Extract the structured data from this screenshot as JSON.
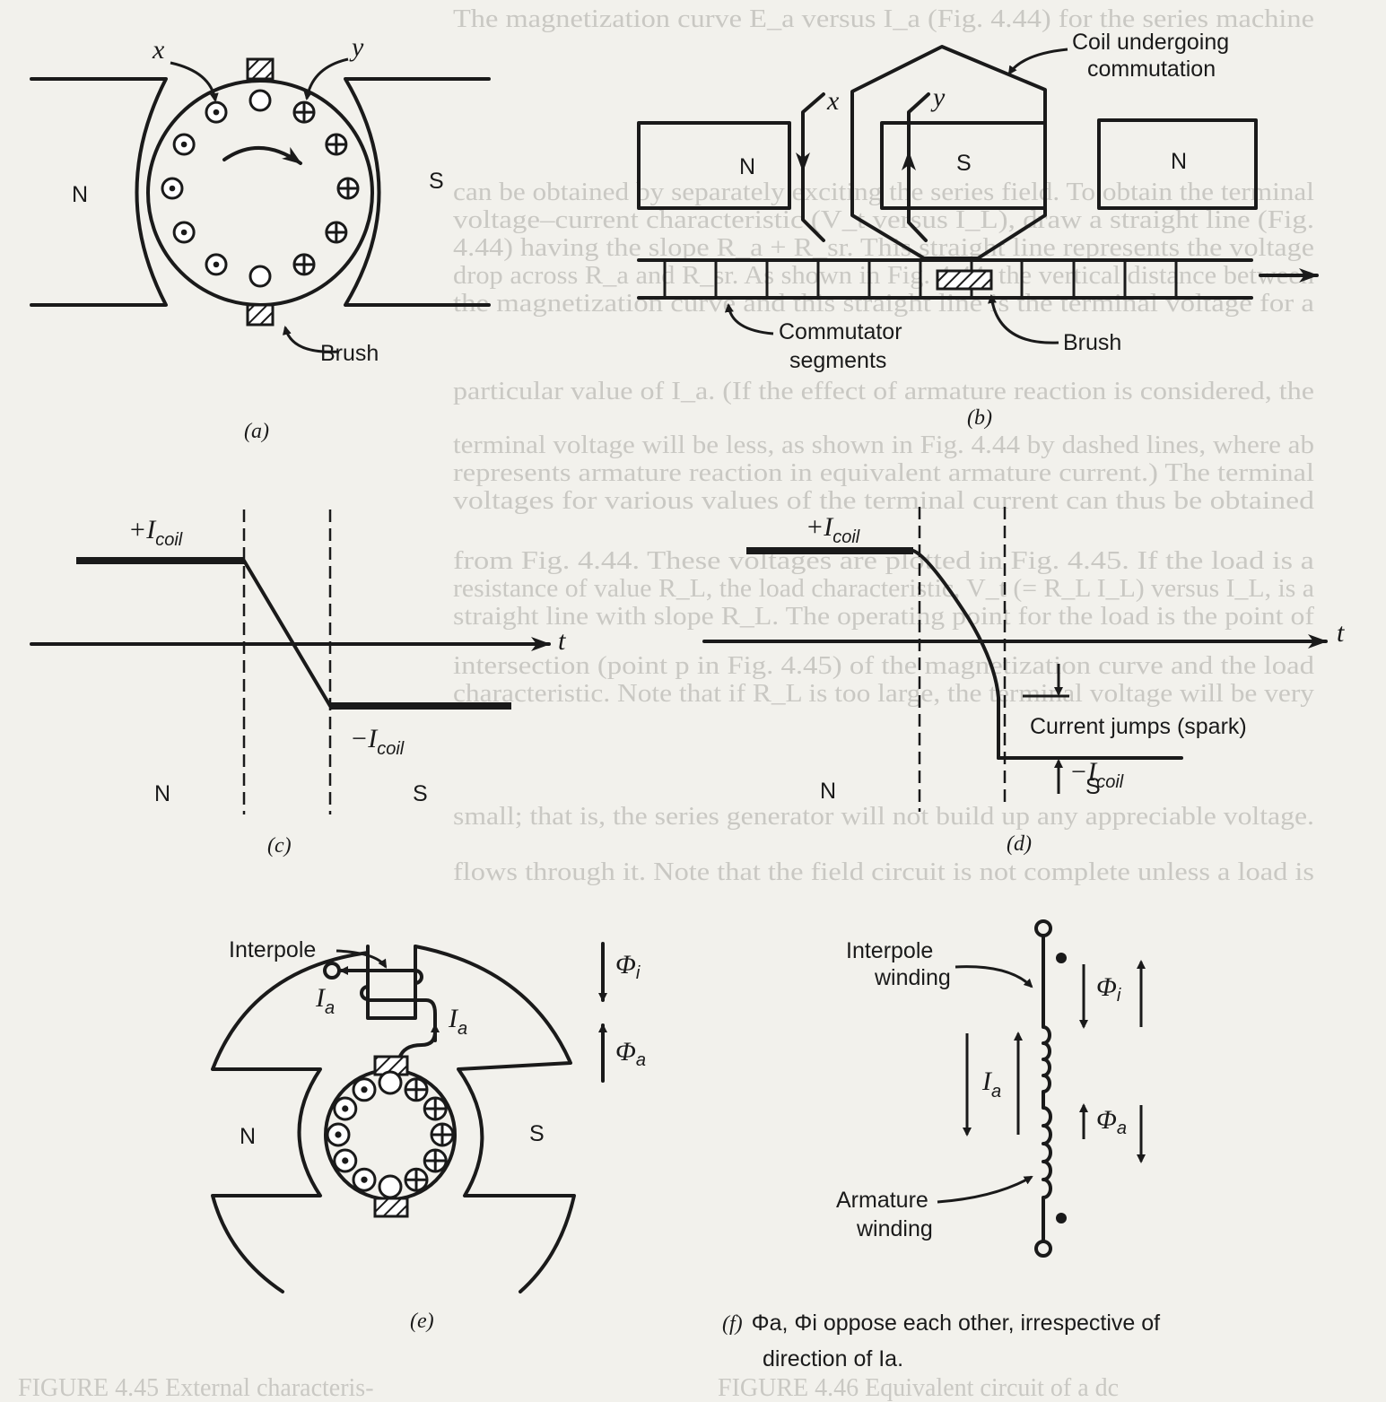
{
  "background_text": [
    "The magnetization curve E_a versus I_a (Fig. 4.44) for the series machine",
    "can be obtained by separately exciting the series field. To obtain the terminal",
    "voltage–current characteristic (V_t versus I_L), draw a straight line (Fig.",
    "4.44) having the slope R_a + R_sr. This straight line represents the voltage",
    "drop across R_a and R_sr. As shown in Fig. 4.44, the vertical distance between",
    "the magnetization curve and this straight line is the terminal voltage for a",
    "particular value of I_a. (If the effect of armature reaction is considered, the",
    "terminal voltage will be less, as shown in Fig. 4.44 by dashed lines, where ab",
    "represents armature reaction in equivalent armature current.) The terminal",
    "voltages for various values of the terminal current can thus be obtained",
    "from Fig. 4.44. These voltages are plotted in Fig. 4.45. If the load is a",
    "resistance of value R_L, the load characteristic, V_t (= R_L I_L) versus I_L, is a",
    "straight line with slope R_L. The operating point for the load is the point of",
    "intersection (point p in Fig. 4.45) of the magnetization curve and the load",
    "characteristic. Note that if R_L is too large, the terminal voltage will be very",
    "small; that is, the series generator will not build up any appreciable voltage.",
    "flows through it. Note that the field circuit is not complete unless a load is"
  ],
  "background_footer": [
    "FIGURE 4.45   External characteris-",
    "FIGURE 4.46   Equivalent circuit of a dc"
  ],
  "fig_a": {
    "pole_left": "N",
    "pole_right": "S",
    "conductor_x": "x",
    "conductor_y": "y",
    "brush_label": "Brush",
    "caption": "(a)"
  },
  "fig_b": {
    "poles": [
      "N",
      "S",
      "N"
    ],
    "conductor_x": "x",
    "conductor_y": "y",
    "coil_label_1": "Coil undergoing",
    "coil_label_2": "commutation",
    "commutator_label_1": "Commutator",
    "commutator_label_2": "segments",
    "brush_label": "Brush",
    "caption": "(b)"
  },
  "fig_c": {
    "plus_label": "+I",
    "minus_label": "−I",
    "subscript": "coil",
    "axis_label": "t",
    "pole_left": "N",
    "pole_right": "S",
    "caption": "(c)"
  },
  "fig_d": {
    "plus_label": "+I",
    "minus_label": "−I",
    "subscript": "coil",
    "axis_label": "t",
    "spark_label": "Current jumps (spark)",
    "pole_left": "N",
    "pole_right": "S",
    "caption": "(d)"
  },
  "fig_e": {
    "interpole_label": "Interpole",
    "current_label": "I",
    "current_sub": "a",
    "phi_i": "Φ",
    "phi_i_sub": "i",
    "phi_a": "Φ",
    "phi_a_sub": "a",
    "pole_left": "N",
    "pole_right": "S",
    "caption": "(e)"
  },
  "fig_f": {
    "interpole_label_1": "Interpole",
    "interpole_label_2": "winding",
    "armature_label_1": "Armature",
    "armature_label_2": "winding",
    "current_label": "I",
    "current_sub": "a",
    "phi_i": "Φ",
    "phi_i_sub": "i",
    "phi_a": "Φ",
    "phi_a_sub": "a",
    "caption_tag": "(f)",
    "caption_line_1": "Φa, Φi oppose each other, irrespective of",
    "caption_line_2": "direction of Ia."
  }
}
